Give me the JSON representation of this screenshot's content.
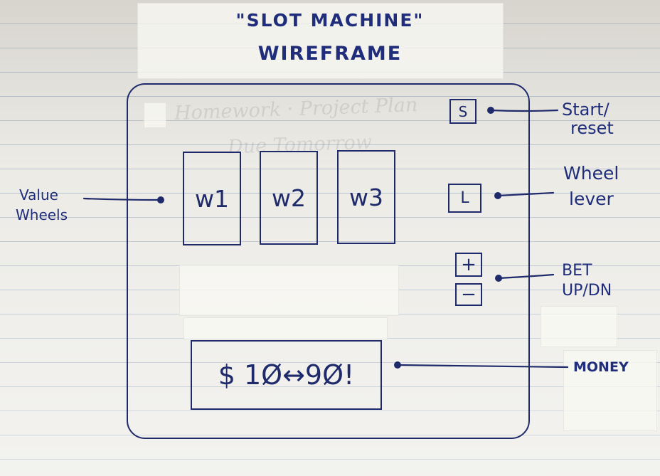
{
  "title": {
    "line1": "\"SLOT MACHINE\"",
    "line2": "WIREFRAME"
  },
  "wheels": [
    {
      "label": "w1"
    },
    {
      "label": "w2"
    },
    {
      "label": "w3"
    }
  ],
  "buttons": {
    "start": "S",
    "lever": "L",
    "bet_up": "+",
    "bet_down": "−"
  },
  "money": {
    "text": "$ 1Ø↔9Ø!"
  },
  "annotations": {
    "value_wheels": [
      "Value",
      "Wheels"
    ],
    "start_reset": [
      "Start/",
      "reset"
    ],
    "wheel_lever": [
      "Wheel",
      "lever"
    ],
    "bet": [
      "BET",
      "UP/DN"
    ],
    "money": "MONEY"
  },
  "colors": {
    "ink": "#1f2a6b",
    "paper": "#ecebe6",
    "rule_line": "#b9c3cf"
  }
}
